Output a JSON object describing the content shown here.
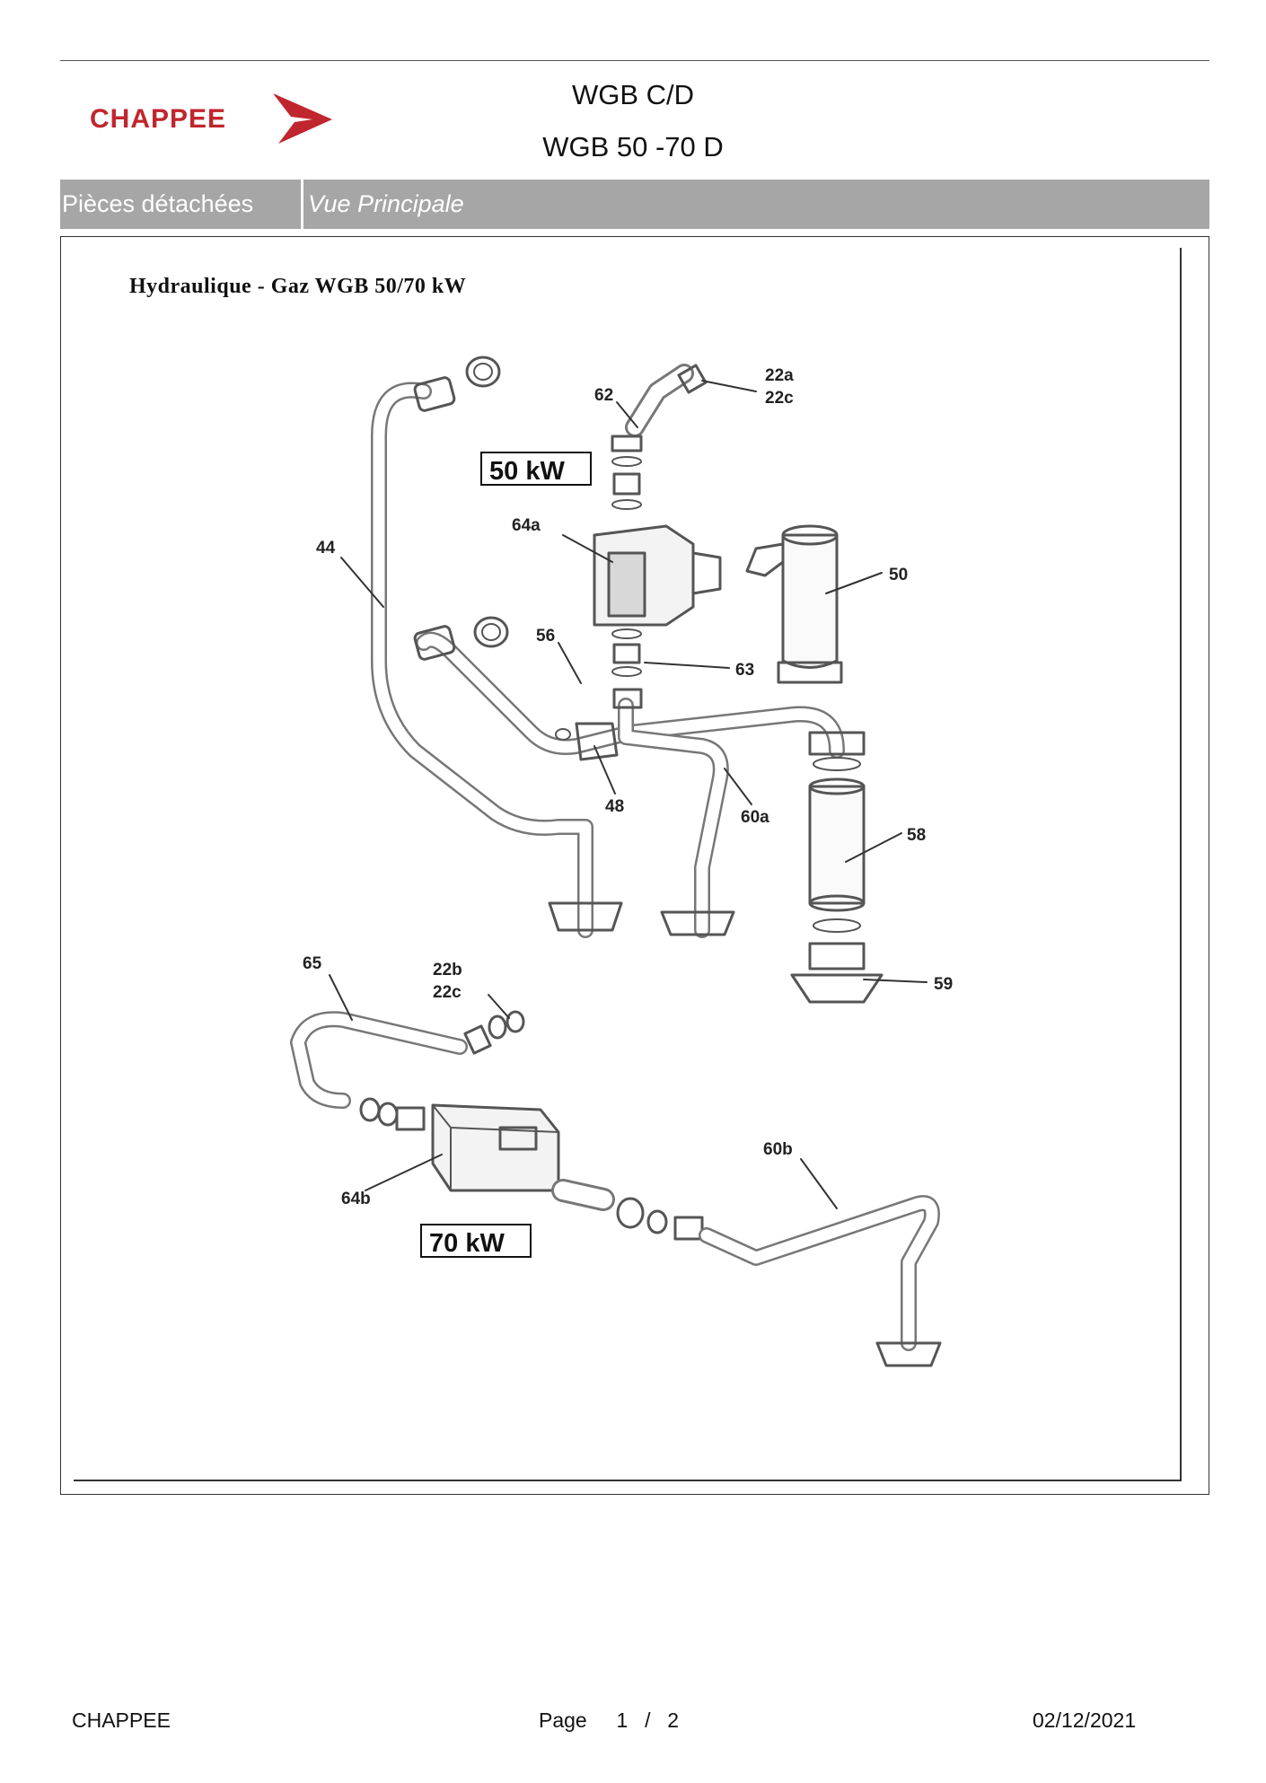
{
  "header": {
    "brand": "CHAPPEE",
    "title_line1": "WGB C/D",
    "title_line2": "WGB 50 -70 D",
    "brand_color": "#c0262d"
  },
  "bar": {
    "section": "Pièces détachées",
    "view": "Vue Principale"
  },
  "diagram": {
    "title": "Hydraulique - Gaz WGB 50/70 kW",
    "badge_50": "50 kW",
    "badge_70": "70 kW",
    "labels": {
      "l22a": "22a",
      "l22c_top": "22c",
      "l62": "62",
      "l64a": "64a",
      "l44": "44",
      "l50": "50",
      "l56": "56",
      "l63": "63",
      "l48": "48",
      "l60a": "60a",
      "l58": "58",
      "l59": "59",
      "l65": "65",
      "l22b": "22b",
      "l22c_mid": "22c",
      "l60b": "60b",
      "l64b": "64b"
    }
  },
  "footer": {
    "brand": "CHAPPEE",
    "page_label": "Page",
    "page_current": "1",
    "page_sep": "/",
    "page_total": "2",
    "date": "02/12/2021"
  }
}
